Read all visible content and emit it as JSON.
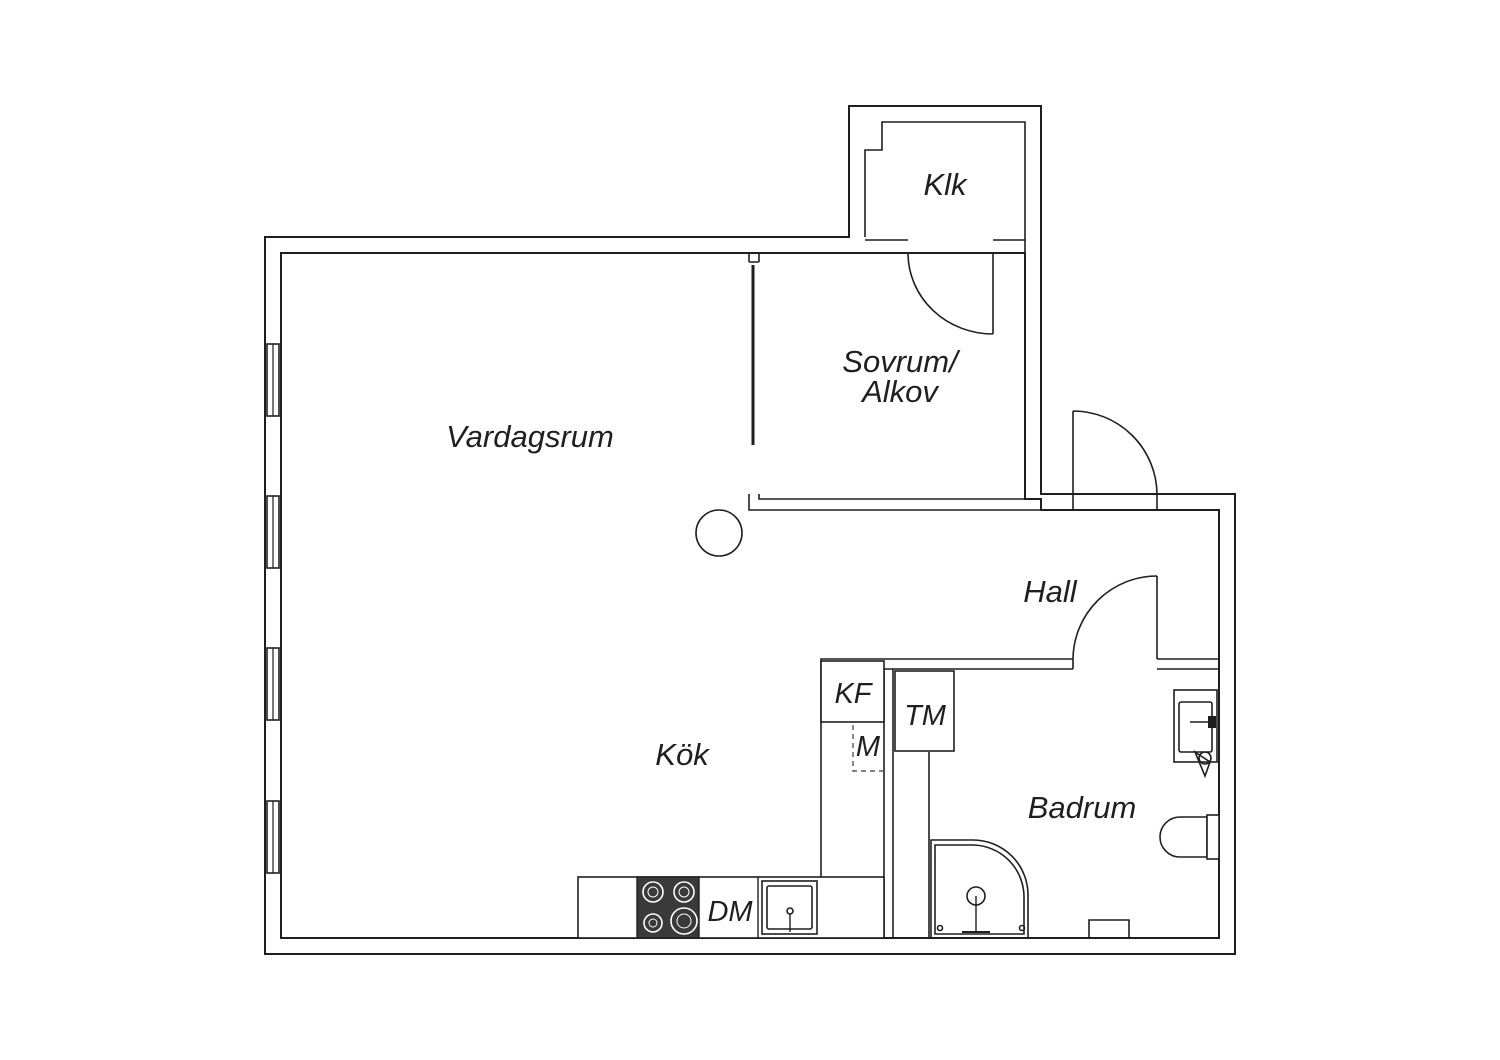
{
  "rooms": {
    "klk": "Klk",
    "sovrum_line1": "Sovrum/",
    "sovrum_line2": "Alkov",
    "vardagsrum": "Vardagsrum",
    "hall": "Hall",
    "kok": "Kök",
    "badrum": "Badrum"
  },
  "appliances": {
    "kf": "KF",
    "m": "M",
    "tm": "TM",
    "dm": "DM"
  },
  "colors": {
    "line": "#1f1f1f",
    "stove": "#3a3a3a"
  }
}
